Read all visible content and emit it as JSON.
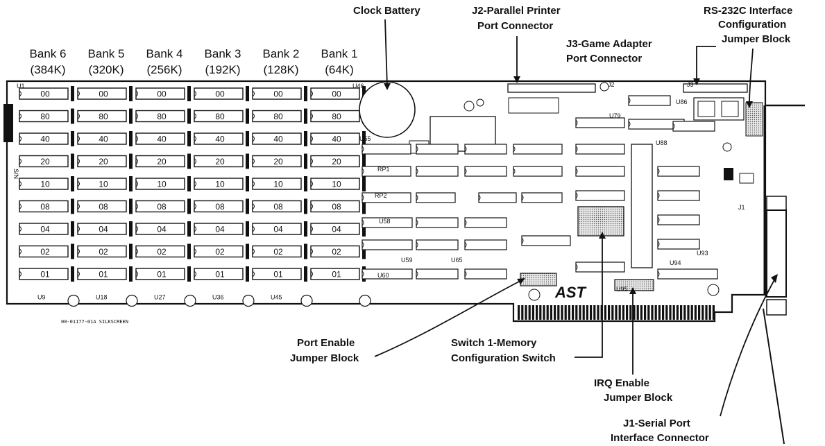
{
  "callouts": {
    "clock_battery": "Clock Battery",
    "j2_line1": "J2-Parallel Printer",
    "j2_line2": "Port Connector",
    "j3_line1": "J3-Game Adapter",
    "j3_line2": "Port Connector",
    "rs232_line1": "RS-232C Interface",
    "rs232_line2": "Configuration",
    "rs232_line3": "Jumper Block",
    "port_enable_line1": "Port Enable",
    "port_enable_line2": "Jumper Block",
    "switch1_line1": "Switch 1-Memory",
    "switch1_line2": "Configuration Switch",
    "irq_line1": "IRQ Enable",
    "irq_line2": "Jumper Block",
    "j1_line1": "J1-Serial Port",
    "j1_line2": "Interface Connector"
  },
  "banks": [
    {
      "name": "Bank 6",
      "size": "(384K)",
      "bottom_ref": "U9"
    },
    {
      "name": "Bank 5",
      "size": "(320K)",
      "bottom_ref": "U18"
    },
    {
      "name": "Bank 4",
      "size": "(256K)",
      "bottom_ref": "U27"
    },
    {
      "name": "Bank 3",
      "size": "(192K)",
      "bottom_ref": "U36"
    },
    {
      "name": "Bank 2",
      "size": "(128K)",
      "bottom_ref": "U45"
    },
    {
      "name": "Bank 1",
      "size": "(64K)",
      "bottom_ref": ""
    }
  ],
  "bit_labels": [
    "00",
    "80",
    "40",
    "20",
    "10",
    "08",
    "04",
    "02",
    "01"
  ],
  "board_marks": {
    "u1": "U1",
    "u46": "U46",
    "sn": "S/N",
    "silkscreen": "00-01177-01A     SILKSCREEN",
    "logo": "AST",
    "rp1": "RP1",
    "rp2": "RP2",
    "u55": "U55",
    "u58": "U58",
    "u59": "U59",
    "u60": "U60",
    "u65": "U65",
    "u79": "U79",
    "u86": "U86",
    "u88": "U88",
    "u93": "U93",
    "u94": "U94",
    "u95": "U95",
    "j2": "J2",
    "j3": "J3",
    "j1": "J1"
  }
}
